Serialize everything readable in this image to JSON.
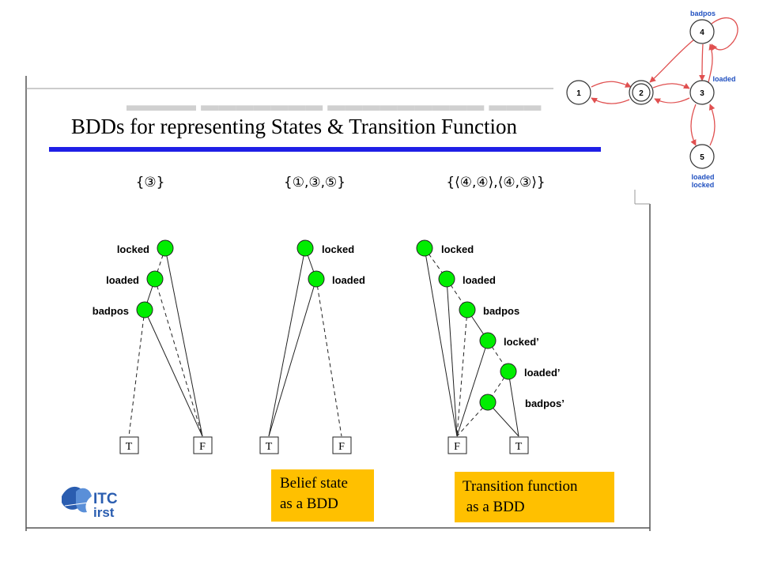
{
  "slide": {
    "title": "BDDs for representing States & Transition Function"
  },
  "state_graph": {
    "nodes": [
      "1",
      "2",
      "3",
      "4",
      "5"
    ],
    "edge_labels": [
      "badpos",
      "loaded",
      "loaded",
      "locked"
    ]
  },
  "bdds": [
    {
      "set_label": "{③}",
      "variables": [
        "locked",
        "loaded",
        "badpos"
      ],
      "terminals": [
        "T",
        "F"
      ]
    },
    {
      "set_label": "{①,③,⑤}",
      "variables": [
        "locked",
        "loaded"
      ],
      "terminals": [
        "T",
        "F"
      ]
    },
    {
      "set_label": "{⟨④,④⟩,⟨④,③⟩}",
      "variables": [
        "locked",
        "loaded",
        "badpos",
        "locked’",
        "loaded’",
        "badpos’"
      ],
      "terminals": [
        "F",
        "T"
      ]
    }
  ],
  "notes": {
    "belief": [
      "Belief state",
      "as a BDD"
    ],
    "transition": [
      "Transition function",
      " as a BDD"
    ]
  },
  "logo": {
    "line1": "ITC",
    "line2": "irst"
  },
  "colors": {
    "node_fill": "#00ee00",
    "underline_blue": "#1f1fe6",
    "graph_edge_red": "#e05050",
    "graph_label_blue": "#2050c0",
    "note_fill": "#ffc000",
    "logo_blue": "#2a5db0"
  }
}
